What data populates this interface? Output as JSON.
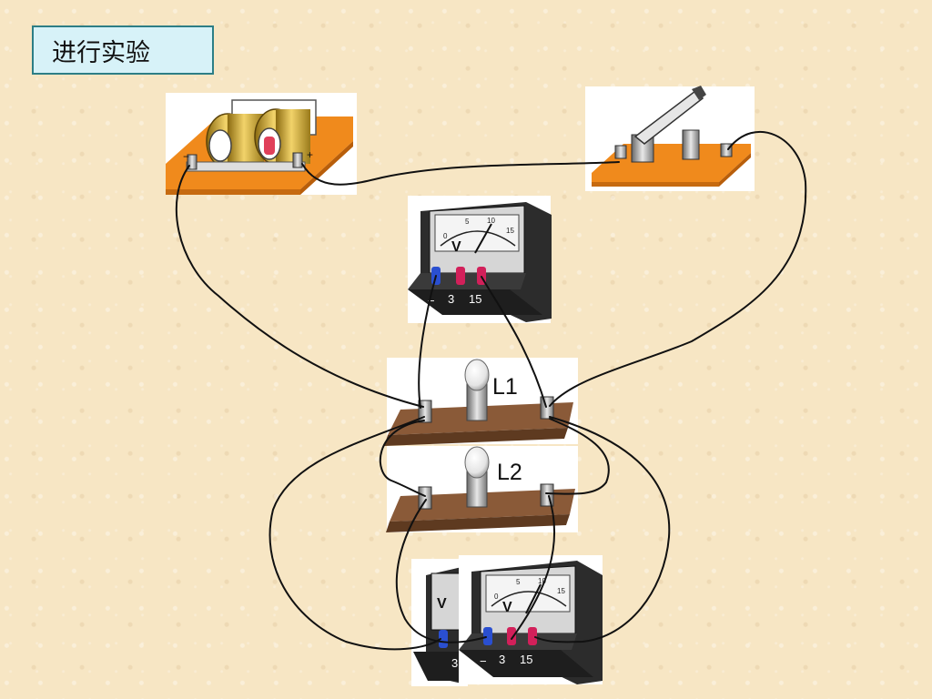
{
  "slide": {
    "title": "进行实验"
  },
  "battery": {
    "terminal_minus": "−",
    "terminal_plus": "+"
  },
  "voltmeter_top": {
    "unit": "V",
    "dial_ticks": [
      "0",
      "5",
      "10",
      "15"
    ],
    "terminals": [
      "−",
      "3",
      "15"
    ]
  },
  "voltmeter_bottom_back": {
    "unit": "V",
    "terminals": [
      "3"
    ]
  },
  "voltmeter_bottom_front": {
    "unit": "V",
    "dial_ticks": [
      "0",
      "5",
      "10",
      "15"
    ],
    "terminals": [
      "−",
      "3",
      "15"
    ]
  },
  "lamp1": {
    "label": "L1"
  },
  "lamp2": {
    "label": "L2"
  },
  "colors": {
    "background": "#f7e6c4",
    "board_orange": "#f08a1c",
    "lamp_board": "#8a5a38",
    "meter_body": "#2c2c2c",
    "terminal_red": "#d2205a",
    "terminal_blue": "#2a4fd0"
  }
}
